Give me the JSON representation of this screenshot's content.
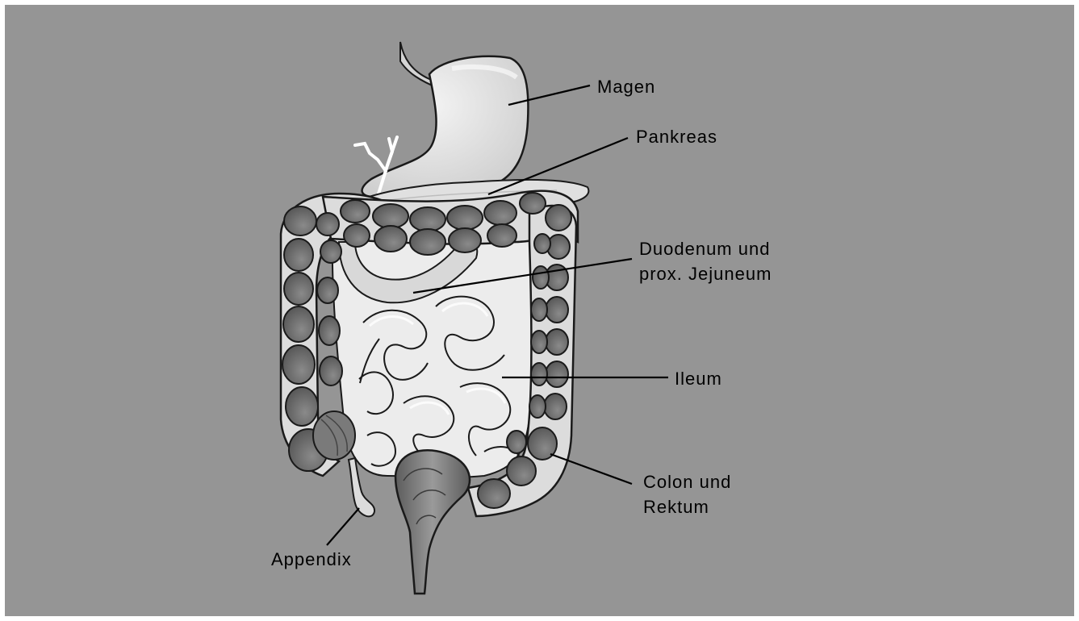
{
  "labels": {
    "stomach": "Magen",
    "pancreas": "Pankreas",
    "duodenum_line1": "Duodenum und",
    "duodenum_line2": "prox. Jejuneum",
    "ileum": "Ileum",
    "colon_line1": "Colon und",
    "colon_line2": "Rektum",
    "appendix": "Appendix"
  },
  "colors": {
    "background": "#959595",
    "frame": "#ffffff",
    "organ_fill": "#e6e6e6",
    "colon_pouch": "#6a6a6a",
    "outline": "#1a1a1a"
  }
}
